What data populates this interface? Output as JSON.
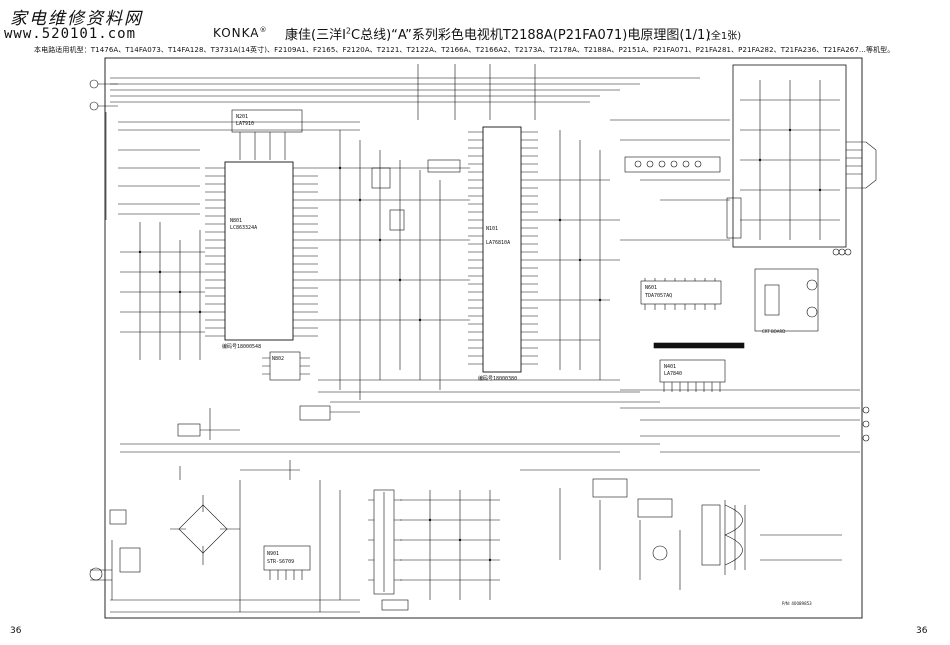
{
  "header": {
    "site_name_cn": "家电维修资料网",
    "site_url": "www.520101.com",
    "brand": "KONKA",
    "brand_mark": "®",
    "title_part1": "康佳(三洋I",
    "title_sup": "2",
    "title_part2": "C总线)“A”系列彩色电视机T2188A(P21FA071)电原理图(1/1)",
    "sheet_note": "(全1张)",
    "models_line": "本电路适用机型：T1476A、T14FA073、T14FA128、T3731A(14英寸)、F2109A1、F2165、F2120A、T2121、T2122A、T2166A、T2166A2、T2173A、T2178A、T2188A、P2151A、P21FA071、P21FA281、P21FA282、T21FA236、T21FA267…等机型。"
  },
  "diagram": {
    "ic_labels": {
      "cpu": [
        "N801",
        "LC863324A"
      ],
      "cpu_code": "编码号18000548",
      "main_ic": [
        "N101",
        "LA76810A"
      ],
      "main_ic_code": "编码号18000380",
      "tuner": [
        "N201",
        "LA7910"
      ],
      "field_ic": [
        "N401",
        "LA7840"
      ],
      "audio_ic": [
        "N601",
        "TDA7057AQ"
      ],
      "power_ic": [
        "N901",
        "STR-S6709"
      ],
      "eeprom": "N802",
      "crt_board": "CRT BOARD",
      "code_br": "P/N: 40089853"
    }
  },
  "footer": {
    "page_left": "36",
    "page_right": "36"
  }
}
